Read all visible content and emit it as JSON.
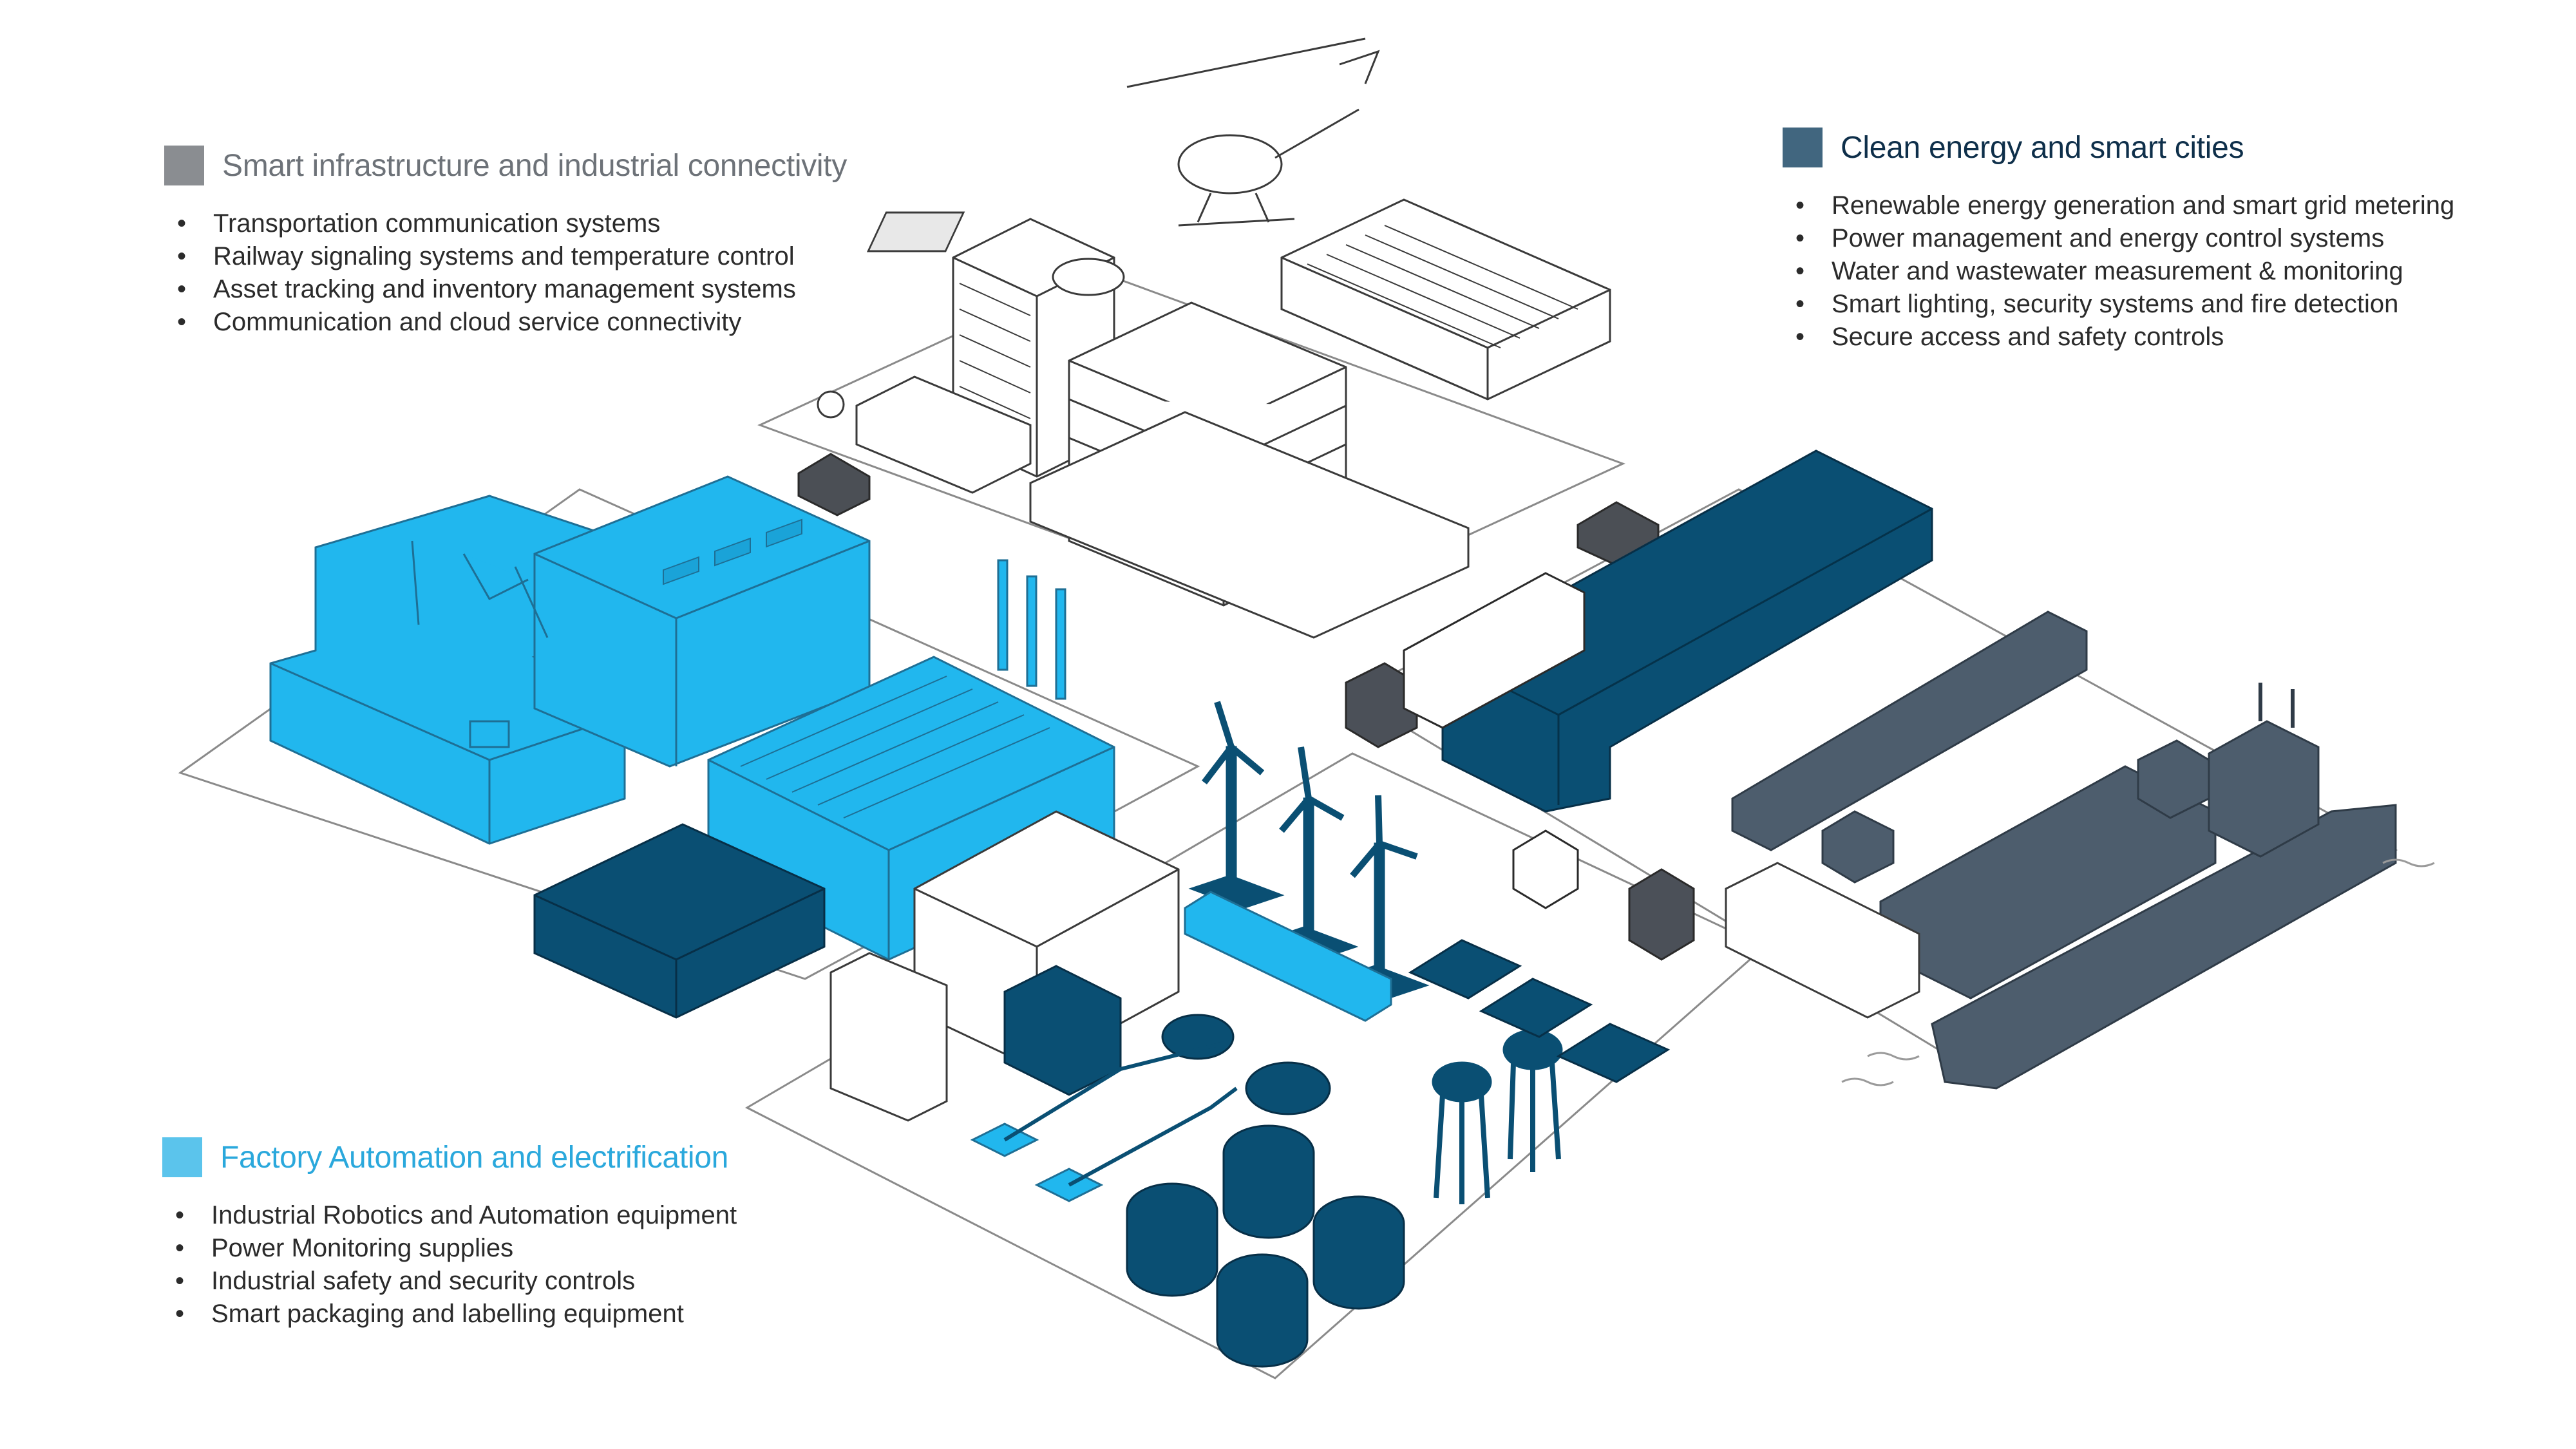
{
  "colors": {
    "smart_infrastructure": "#8a8d91",
    "clean_energy": "#41667f",
    "factory_automation": "#5bc4ec",
    "factory_fill": "#21b7ee",
    "dark_navy": "#0a4f73",
    "slate": "#4d5d6d",
    "outline": "#3a3a3a",
    "background": "#ffffff"
  },
  "legends": {
    "smart": {
      "title": "Smart infrastructure and industrial connectivity",
      "items": [
        "Transportation communication systems",
        "Railway signaling systems and temperature control",
        "Asset tracking and inventory management systems",
        "Communication and cloud service connectivity"
      ]
    },
    "clean": {
      "title": "Clean energy and smart cities",
      "items": [
        "Renewable energy generation and smart grid metering",
        "Power management and energy control systems",
        "Water and wastewater measurement & monitoring",
        "Smart lighting, security systems and fire detection",
        "Secure access and safety controls"
      ]
    },
    "factory": {
      "title": "Factory Automation and electrification",
      "items": [
        "Industrial Robotics and Automation equipment",
        "Power Monitoring supplies",
        "Industrial safety and security controls",
        "Smart packaging and labelling equipment"
      ]
    }
  },
  "icons": [
    "helicopter-icon",
    "wind-turbine-icon",
    "ship-icon",
    "truck-icon",
    "car-icon",
    "train-icon",
    "robot-arm-icon",
    "water-tower-icon",
    "solar-panel-icon"
  ]
}
